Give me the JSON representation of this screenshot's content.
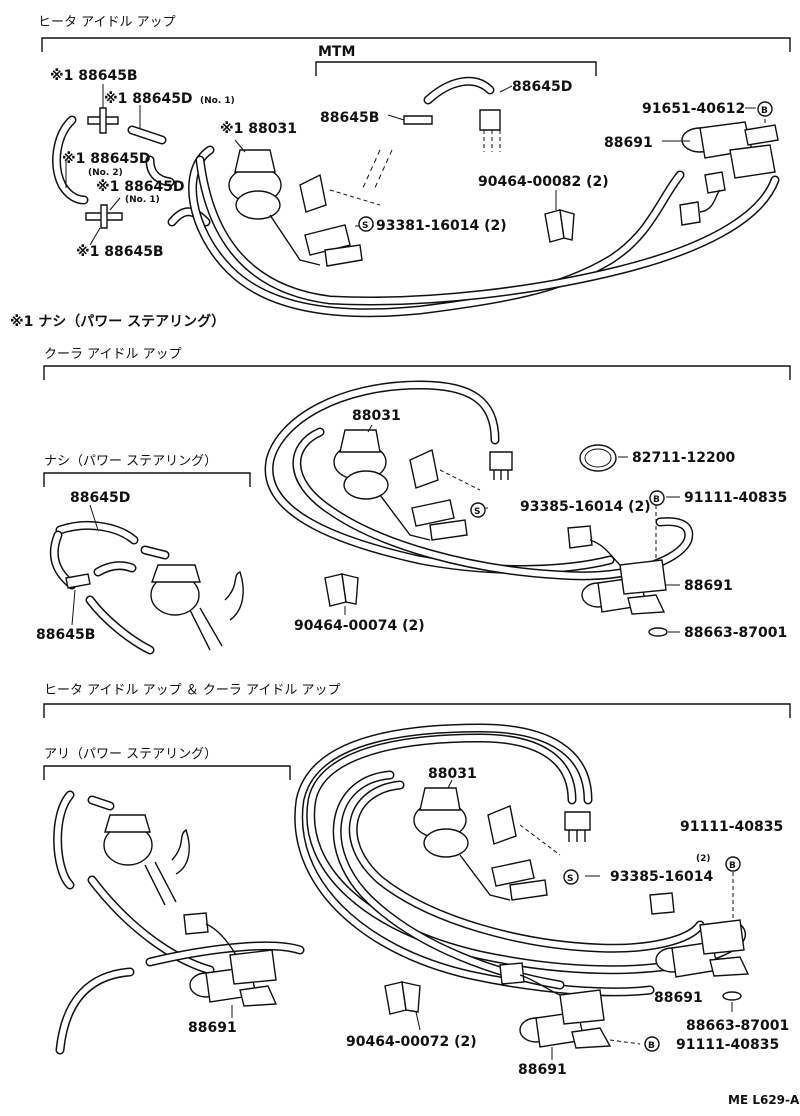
{
  "sections": {
    "heater": "ヒータ アイドル アップ",
    "mtm": "MTM",
    "note1": "※1 ナシ（パワー ステアリング）",
    "cooler": "クーラ アイドル アップ",
    "nashi": "ナシ（パワー ステアリング）",
    "both": "ヒータ アイドル アップ ＆ クーラ アイドル アップ",
    "ari": "アリ（パワー ステアリング）"
  },
  "labels": {
    "s1_88645B_a": "※1 88645B",
    "s1_88645D_no1": "※1 88645D",
    "s1_no1_a": "(No. 1)",
    "s1_88645D_no2": "※1 88645D",
    "s1_no2": "(No. 2)",
    "s1_88645D_no1b": "※1 88645D",
    "s1_no1_b": "(No. 1)",
    "s1_88645B_b": "※1 88645B",
    "s1_88031": "※1 88031",
    "s1_88645B_mtm": "88645B",
    "s1_88645D_mtm": "88645D",
    "s1_91651": "91651-40612",
    "s1_88691": "88691",
    "s1_90464": "90464-00082 (2)",
    "s1_93381": "93381-16014 (2)",
    "s2_88031": "88031",
    "s2_82711": "82711-12200",
    "s2_93385": "93385-16014 (2)",
    "s2_91111": "91111-40835",
    "s2_88691": "88691",
    "s2_88663": "88663-87001",
    "s2_90464": "90464-00074 (2)",
    "s2_88645D": "88645D",
    "s2_88645B": "88645B",
    "s3_88031": "88031",
    "s3_91111_a": "91111-40835",
    "s3_qty2": "(2)",
    "s3_93385": "93385-16014",
    "s3_88691_a": "88691",
    "s3_88663": "88663-87001",
    "s3_91111_b": "91111-40835",
    "s3_88691_b": "88691",
    "s3_88691_c": "88691",
    "s3_90464": "90464-00072 (2)",
    "ref": "ME L629-A"
  },
  "symbols": {
    "b": "B",
    "s": "S"
  }
}
